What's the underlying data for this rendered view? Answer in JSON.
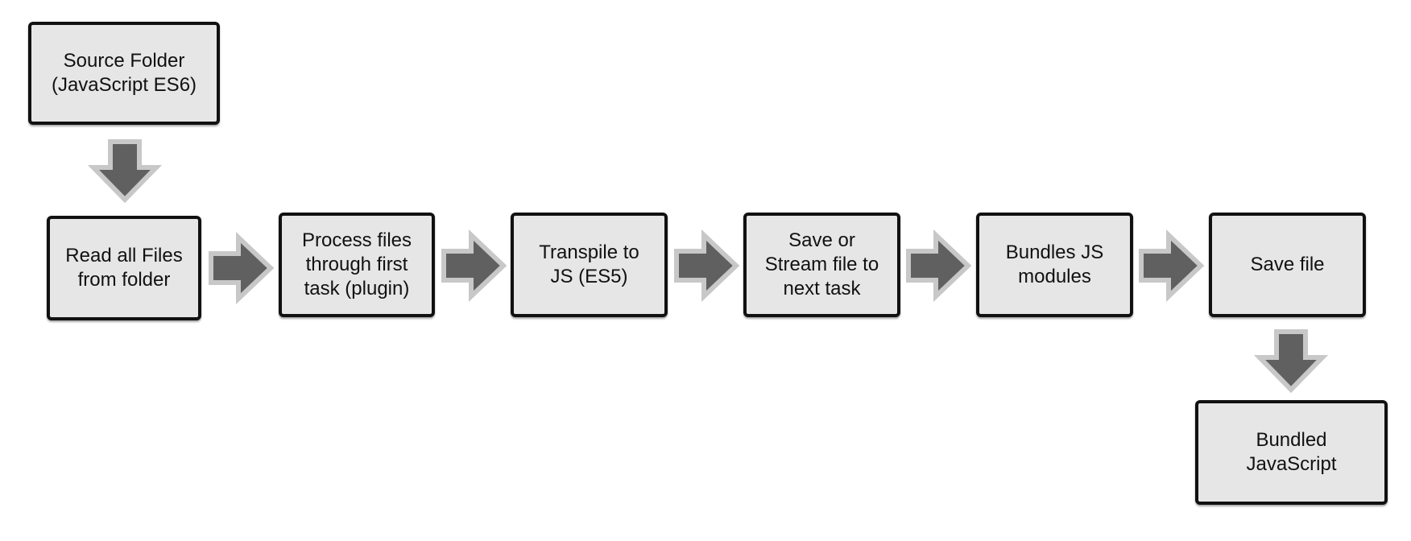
{
  "diagram": {
    "nodes": {
      "source_folder": {
        "lines": [
          "Source Folder",
          "(JavaScript ES6)"
        ]
      },
      "read_files": {
        "lines": [
          "Read all Files",
          "from folder"
        ]
      },
      "process_files": {
        "lines": [
          "Process files",
          "through first",
          "task (plugin)"
        ]
      },
      "transpile": {
        "lines": [
          "Transpile to",
          "JS (ES5)"
        ]
      },
      "save_stream": {
        "lines": [
          "Save or",
          "Stream file to",
          "next task"
        ]
      },
      "bundles": {
        "lines": [
          "Bundles JS",
          "modules"
        ]
      },
      "save_file": {
        "lines": [
          "Save file"
        ]
      },
      "bundled_js": {
        "lines": [
          "Bundled",
          "JavaScript"
        ]
      }
    },
    "edges": [
      {
        "from": "source_folder",
        "to": "read_files"
      },
      {
        "from": "read_files",
        "to": "process_files"
      },
      {
        "from": "process_files",
        "to": "transpile"
      },
      {
        "from": "transpile",
        "to": "save_stream"
      },
      {
        "from": "save_stream",
        "to": "bundles"
      },
      {
        "from": "bundles",
        "to": "save_file"
      },
      {
        "from": "save_file",
        "to": "bundled_js"
      }
    ],
    "colors": {
      "box_fill": "#e6e6e6",
      "box_border": "#111111",
      "arrow_fill": "#606060",
      "arrow_outline": "#c8c8c8"
    }
  }
}
